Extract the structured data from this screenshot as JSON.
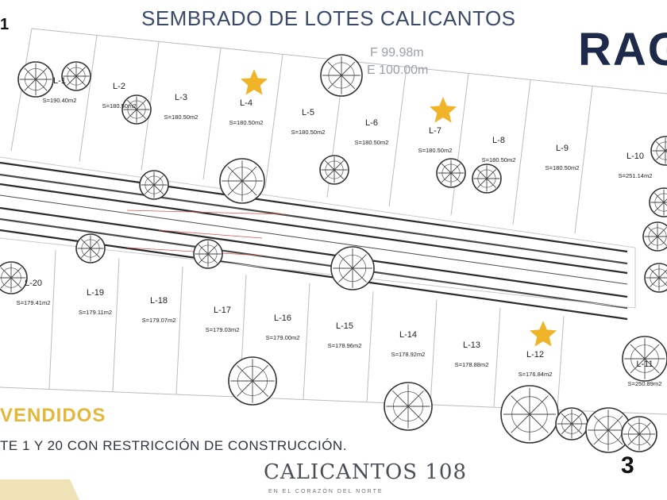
{
  "header": {
    "title": "SEMBRADO DE LOTES CALICANTOS",
    "brand": "RAG"
  },
  "dimensions": {
    "f": "F 99.98m",
    "e": "E 100.00m"
  },
  "lots": [
    {
      "label": "L-1",
      "area": "S=190.40m2",
      "sold": false
    },
    {
      "label": "L-2",
      "area": "S=180.50m2",
      "sold": false
    },
    {
      "label": "L-3",
      "area": "S=180.50m2",
      "sold": false
    },
    {
      "label": "L-4",
      "area": "S=180.50m2",
      "sold": true
    },
    {
      "label": "L-5",
      "area": "S=180.50m2",
      "sold": false
    },
    {
      "label": "L-6",
      "area": "S=180.50m2",
      "sold": false
    },
    {
      "label": "L-7",
      "area": "S=180.50m2",
      "sold": true
    },
    {
      "label": "L-8",
      "area": "S=180.50m2",
      "sold": false
    },
    {
      "label": "L-9",
      "area": "S=180.50m2",
      "sold": false
    },
    {
      "label": "L-10",
      "area": "S=251.14m2",
      "sold": false
    },
    {
      "label": "L-11",
      "area": "S=250.89m2",
      "sold": false
    },
    {
      "label": "L-12",
      "area": "S=176.84m2",
      "sold": true
    },
    {
      "label": "L-13",
      "area": "S=178.88m2",
      "sold": false
    },
    {
      "label": "L-14",
      "area": "S=178.92m2",
      "sold": false
    },
    {
      "label": "L-15",
      "area": "S=178.96m2",
      "sold": false
    },
    {
      "label": "L-16",
      "area": "S=179.00m2",
      "sold": false
    },
    {
      "label": "L-17",
      "area": "S=179.03m2",
      "sold": false
    },
    {
      "label": "L-18",
      "area": "S=179.07m2",
      "sold": false
    },
    {
      "label": "L-19",
      "area": "S=179.11m2",
      "sold": false
    },
    {
      "label": "L-20",
      "area": "S=179.41m2",
      "sold": false
    }
  ],
  "legend": {
    "sold": "VENDIDOS",
    "note": "TE 1 Y 20 CON RESTRICCIÓN DE CONSTRUCCIÓN."
  },
  "footer": {
    "logo": "CALICANTOS 108",
    "tagline": "EN EL CORAZÓN DEL NORTE",
    "page": "3",
    "corner": "1"
  },
  "colors": {
    "star": "#f0b429",
    "title": "#3b4a6b",
    "sold_text": "#e3b83a",
    "brand": "#1d2a4a"
  }
}
